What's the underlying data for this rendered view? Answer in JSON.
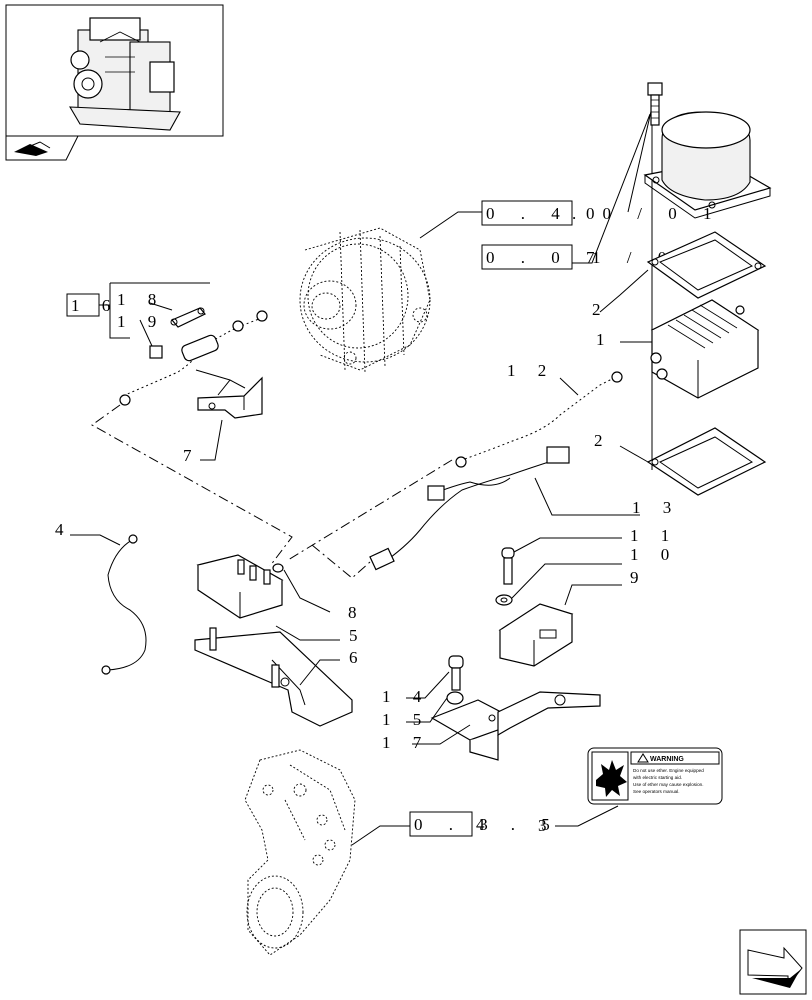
{
  "diagram": {
    "reference_boxes": {
      "alternator_ref": [
        "0 . 4 0",
        ". 0 / 0 1"
      ],
      "cover_ref": [
        "0 . 0 7",
        "1 / 0"
      ],
      "support_ref": [
        "0 . 3",
        "4 . 5"
      ],
      "kit_ref": "1 6"
    },
    "callouts": {
      "p1": "1",
      "p2a": "2",
      "p2b": "2",
      "p3": "3",
      "p4": "4",
      "p5": "5",
      "p6": "6",
      "p7": "7",
      "p8": "8",
      "p9": "9",
      "p10": "1 0",
      "p11": "1 1",
      "p12": "1 2",
      "p13": "1 3",
      "p14": "1 4",
      "p15": "1 5",
      "p17": "1 7",
      "p18": "1 8",
      "p19": "1 9"
    },
    "warning_label": {
      "title": "WARNING",
      "lines": [
        "Do not use ether. Engine equipped",
        "with electric starting aid.",
        "Use of ether may cause explosion.",
        "See operators manual."
      ]
    },
    "icons": [
      "engine-thumbnail",
      "prev-page-arrow-icon",
      "next-page-arrow-icon",
      "explosion-icon"
    ]
  }
}
